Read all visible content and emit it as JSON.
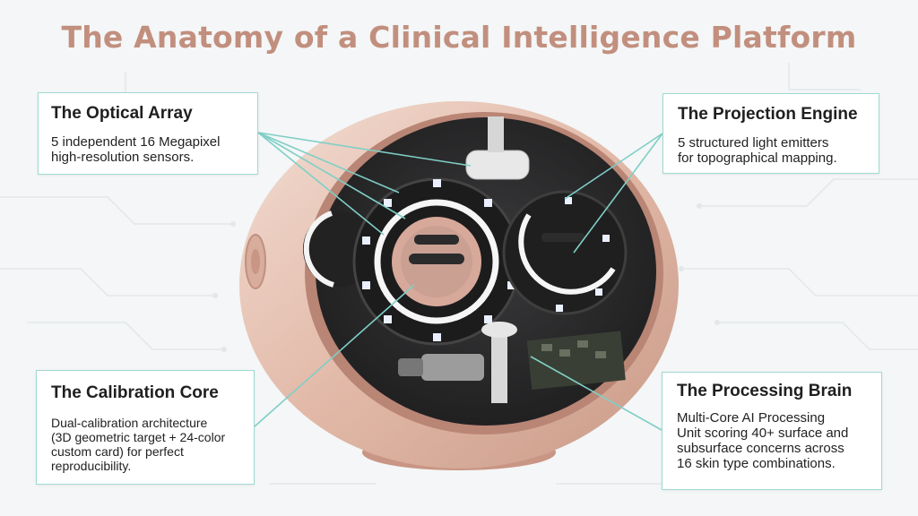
{
  "title": "The Anatomy of a Clinical Intelligence Platform",
  "colors": {
    "title": "#c28f7e",
    "shell": "#e6c4b6",
    "accent_border": "#9fd9d3",
    "leader_line": "#7fcfc6",
    "interior": "#2a2a2b"
  },
  "callouts": {
    "optical": {
      "title": "The Optical Array",
      "text": "5 independent 16 Megapixel\nhigh-resolution sensors."
    },
    "projection": {
      "title": "The Projection Engine",
      "text": "5 structured light emitters\nfor topographical mapping."
    },
    "calibration": {
      "title": "The Calibration Core",
      "text": "Dual-calibration architecture\n(3D geometric target + 24-color\ncustom card) for perfect\nreproducibility."
    },
    "processing": {
      "title": "The Processing Brain",
      "text": "Multi-Core AI Processing\nUnit scoring 40+ surface and\nsubsurface concerns across\n16 skin type combinations."
    }
  }
}
